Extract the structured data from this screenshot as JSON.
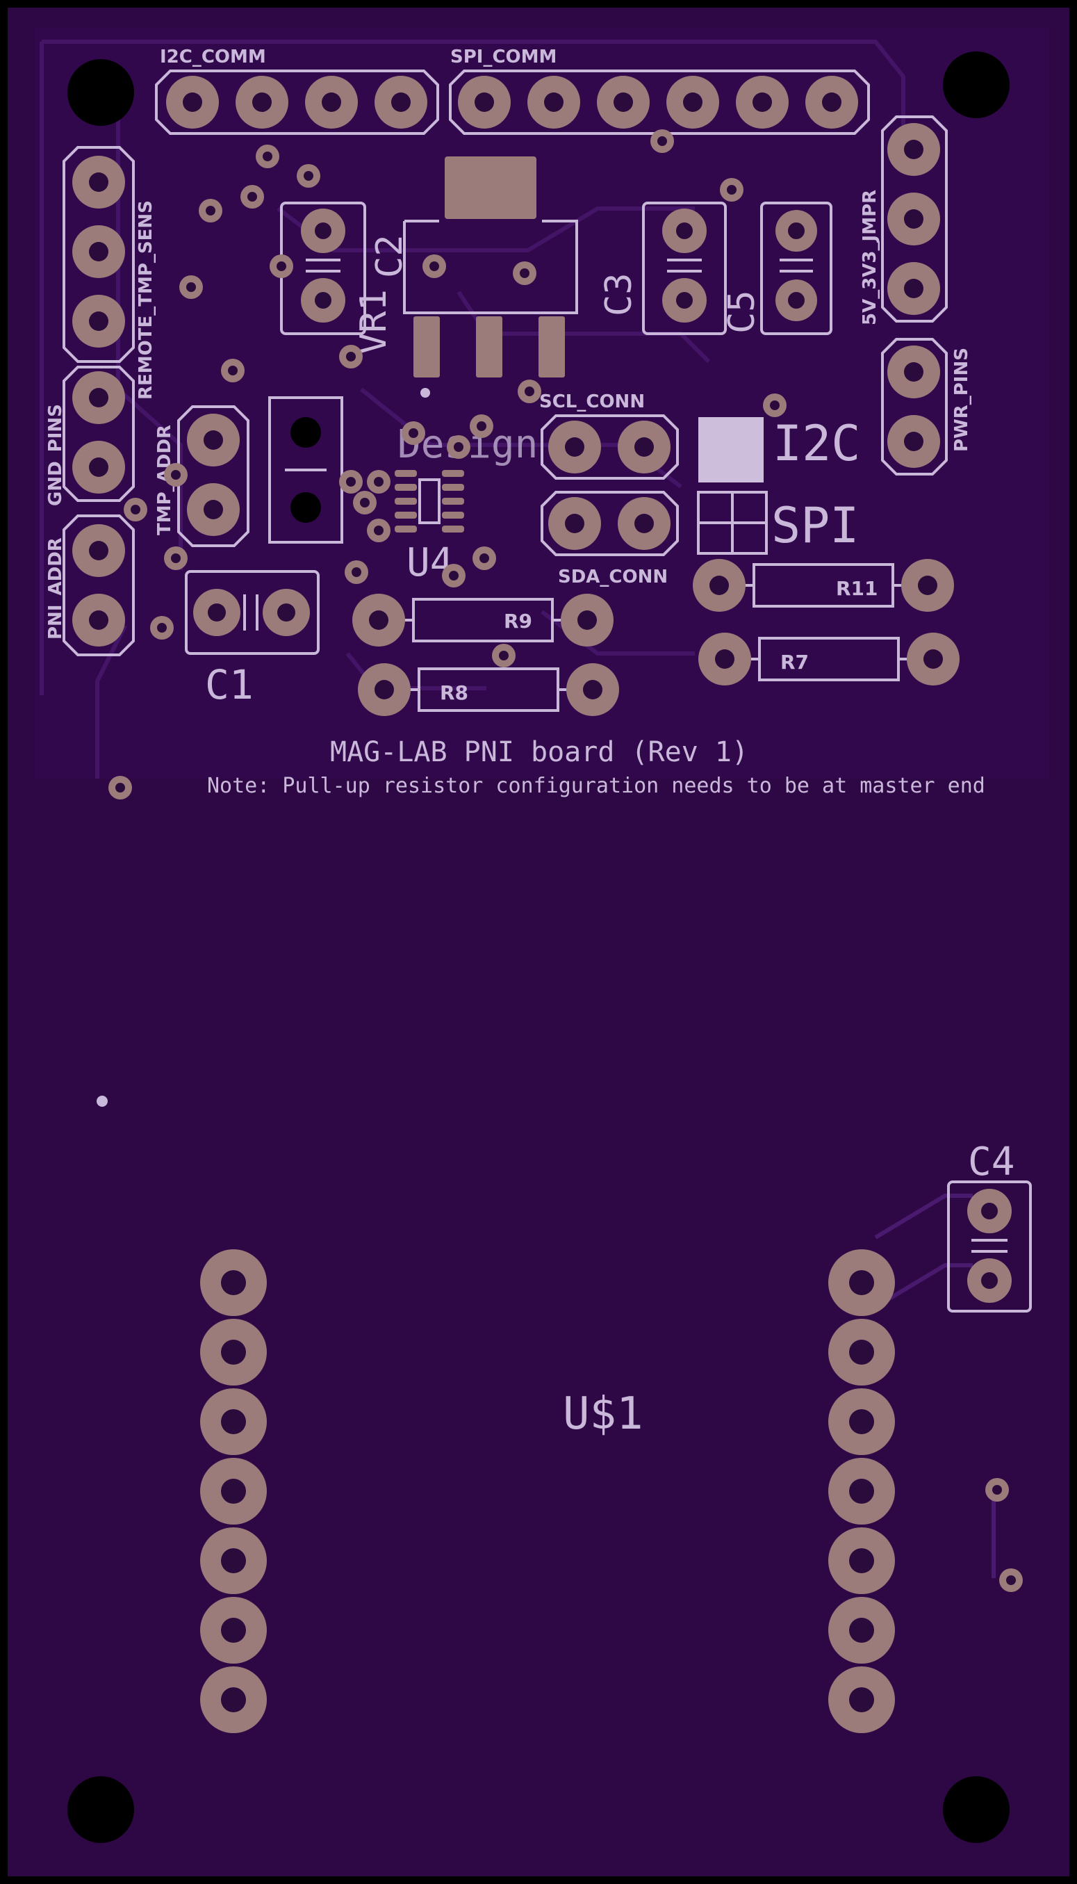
{
  "board": {
    "title": "MAG-LAB PNI board (Rev 1)",
    "note": "Note: Pull-up resistor configuration needs to be at master end",
    "colors": {
      "substrate": "#2e0745",
      "silkscreen": "#c9b8da",
      "copper": "#9c7b7b"
    }
  },
  "labels": {
    "i2c_comm": "I2C_COMM",
    "spi_comm": "SPI_COMM",
    "remote_tmp_sens": "REMOTE_TMP_SENS",
    "gnd_pins": "GND_PINS",
    "pni_addr": "PNI_ADDR",
    "tmp_addr": "TMP_ADDR",
    "jmpr_5v_3v3": "5V_3V3_JMPR",
    "pwr_pins": "PWR_PINS",
    "scl_conn": "SCL_CONN",
    "sda_conn": "SDA_CONN",
    "c1": "C1",
    "c2": "C2",
    "c3": "C3",
    "c4": "C4",
    "c5": "C5",
    "vr1": "VR1",
    "u4": "U4",
    "r7": "R7",
    "r8": "R8",
    "r9": "R9",
    "r11": "R11",
    "u1": "U$1",
    "i2c": "I2C",
    "spi": "SPI",
    "design": "Design"
  }
}
